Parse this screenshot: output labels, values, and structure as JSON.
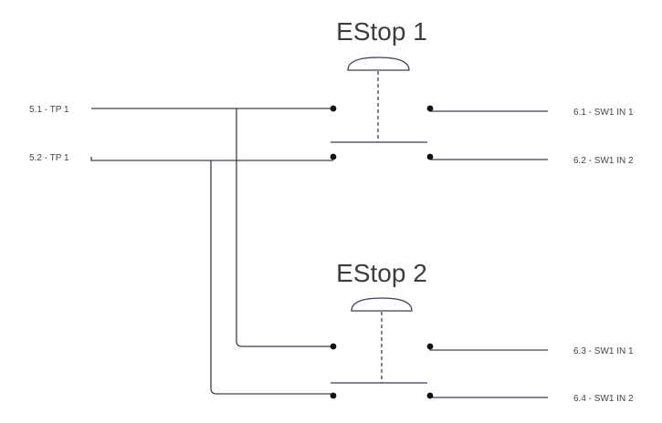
{
  "diagram": {
    "estops": [
      {
        "title": "EStop 1"
      },
      {
        "title": "EStop 2"
      }
    ],
    "inputs": [
      {
        "label": "5.1 - TP 1"
      },
      {
        "label": "5.2 - TP 1"
      }
    ],
    "outputs": [
      {
        "label": "6.1 - SW1 IN 1"
      },
      {
        "label": "6.2 - SW1 IN 2"
      },
      {
        "label": "6.3 - SW1 IN 1"
      },
      {
        "label": "6.4 - SW1 IN 2"
      }
    ],
    "colors": {
      "wire": "#3a4150",
      "node": "#111111",
      "text": "#444444"
    }
  }
}
